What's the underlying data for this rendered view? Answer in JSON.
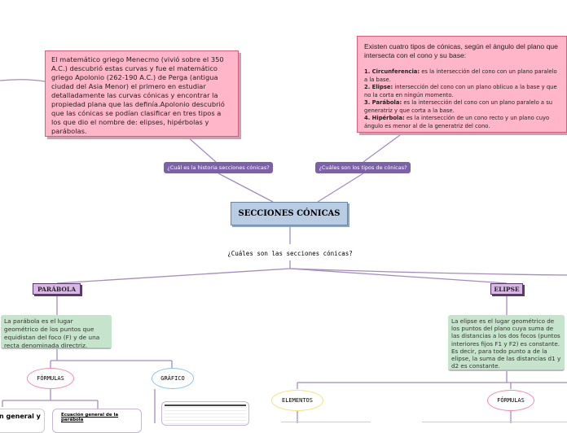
{
  "history_note": "El matemático griego Menecmo (vivió sobre el 350 A.C.) descubrió estas curvas y fue el matemático griego Apolonio (262-190 A.C.) de Perga (antigua ciudad del Asia Menor) el primero en estudiar detalladamente las curvas cónicas y encontrar la propiedad plana que las definía.Apolonio descubrió que las cónicas se podían clasificar en tres tipos a los que dio el nombre de: elipses, hipérbolas y parábolas.",
  "types_note": {
    "title": "Existen cuatro tipos de cónicas, según el ángulo del plano que intersecta con el cono y su base:",
    "items": [
      {
        "name": "1. Circunferencia:",
        "text": " es la intersección del cono con un plano paralelo a la base."
      },
      {
        "name": "2. Elipse:",
        "text": " intersección del cono con un plano oblicuo a la base y que no la corta en ningún momento."
      },
      {
        "name": "3. Parábola:",
        "text": " es la intersección del cono con un plano paralelo a su generatriz y que corta a la base."
      },
      {
        "name": "4. Hipérbola:",
        "text": " es la intersección de un cono recto y un plano cuyo ángulo es menor al de la generatriz del cono."
      }
    ]
  },
  "labels": {
    "history": "¿Cuál es la historia secciones cónicas?",
    "types": "¿Cuáles son los tipos de cónicas?"
  },
  "central": "SECCIONES CÓNICAS",
  "question": "¿Cuáles son las secciones cónicas?",
  "parabola": {
    "tag": "PARÁBOLA",
    "definition": "La parábola es el lugar geométrico de los puntos que equidistan del foco (F) y de una recta denominada directriz.",
    "formulas": "FÓRMULAS",
    "graph": "GRÁFICO",
    "box1": "n general y",
    "box2": "Ecuación general de la parábola"
  },
  "elipse": {
    "tag": "ELIPSE",
    "definition": "La elipse es el lugar geométrico de los puntos del plano cuya suma de las distancias a los dos focos (puntos interiores fijos F1 y F2) es constante. Es decir, para todo punto a de la elipse, la suma de las distancias d1 y d2 es constante.",
    "elements": "ELEMENTOS",
    "formulas": "FÓRMULAS"
  },
  "colors": {
    "pink": "#ffb6c9",
    "purple": "#7b62a8",
    "green": "#c6e4cb",
    "central": "#b8cce4"
  }
}
